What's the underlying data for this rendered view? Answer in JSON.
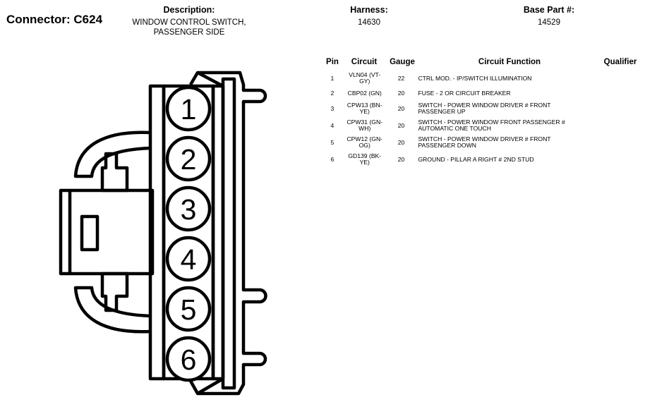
{
  "header": {
    "connector": "Connector: C624",
    "description_label": "Description:",
    "description_lines": [
      "WINDOW CONTROL SWITCH,",
      "PASSENGER SIDE"
    ],
    "harness_label": "Harness:",
    "harness_value": "14630",
    "base_part_label": "Base Part #:",
    "base_part_value": "14529"
  },
  "table": {
    "columns": {
      "pin": "Pin",
      "circuit": "Circuit",
      "gauge": "Gauge",
      "function": "Circuit Function",
      "qualifier": "Qualifier"
    },
    "rows": [
      {
        "pin": "1",
        "circuit": [
          "VLN04 (VT-",
          "GY)"
        ],
        "gauge": "22",
        "function": [
          "CTRL MOD. - IP/SWITCH ILLUMINATION"
        ],
        "qualifier": ""
      },
      {
        "pin": "2",
        "circuit": [
          "CBP02 (GN)"
        ],
        "gauge": "20",
        "function": [
          "FUSE - 2 OR CIRCUIT BREAKER"
        ],
        "qualifier": ""
      },
      {
        "pin": "3",
        "circuit": [
          "CPW13 (BN-",
          "YE)"
        ],
        "gauge": "20",
        "function": [
          "SWITCH - POWER WINDOW DRIVER # FRONT",
          "PASSENGER UP"
        ],
        "qualifier": ""
      },
      {
        "pin": "4",
        "circuit": [
          "CPW31 (GN-",
          "WH)"
        ],
        "gauge": "20",
        "function": [
          "SWITCH - POWER WINDOW FRONT PASSENGER #",
          "AUTOMATIC ONE TOUCH"
        ],
        "qualifier": ""
      },
      {
        "pin": "5",
        "circuit": [
          "CPW12 (GN-",
          "OG)"
        ],
        "gauge": "20",
        "function": [
          "SWITCH - POWER WINDOW DRIVER # FRONT",
          "PASSENGER DOWN"
        ],
        "qualifier": ""
      },
      {
        "pin": "6",
        "circuit": [
          "GD139 (BK-",
          "YE)"
        ],
        "gauge": "20",
        "function": [
          "GROUND - PILLAR A RIGHT # 2ND STUD"
        ],
        "qualifier": ""
      }
    ]
  },
  "diagram": {
    "pin_labels": [
      "1",
      "2",
      "3",
      "4",
      "5",
      "6"
    ]
  }
}
